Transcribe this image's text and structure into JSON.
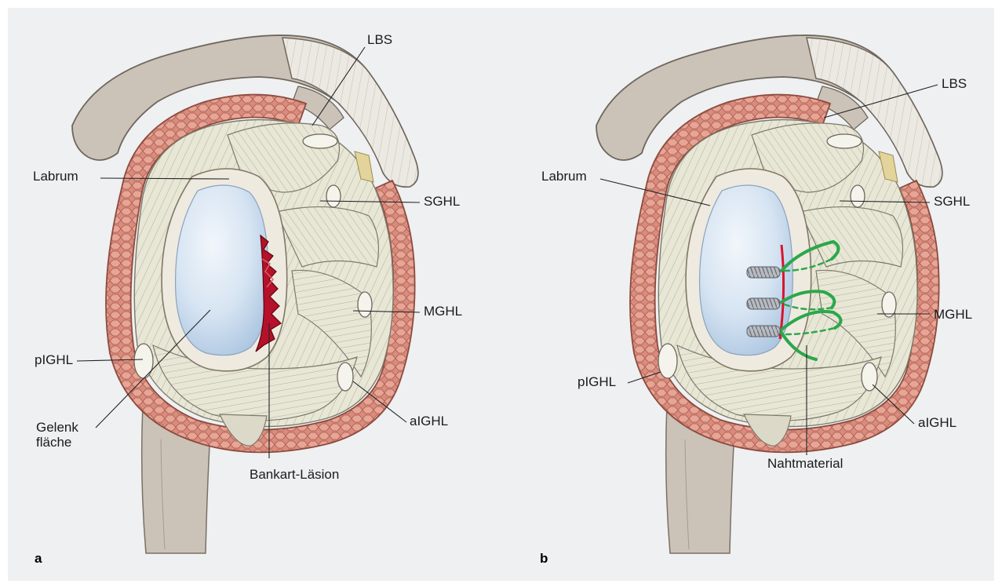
{
  "panels": [
    {
      "tag": "a",
      "labels": {
        "lbs": "LBS",
        "labrum": "Labrum",
        "sghl": "SGHL",
        "mghl": "MGHL",
        "pighl": "pIGHL",
        "aighl": "aIGHL",
        "gelenkflaeche": "Gelenk\nfläche",
        "lesion": "Bankart-Läsion"
      }
    },
    {
      "tag": "b",
      "labels": {
        "lbs": "LBS",
        "labrum": "Labrum",
        "sghl": "SGHL",
        "mghl": "MGHL",
        "pighl": "pIGHL",
        "aighl": "aIGHL",
        "suture": "Nahtmaterial"
      }
    }
  ],
  "colors": {
    "background": "#eef0f1",
    "bone": "#cfc6bd",
    "muscle": "#d8897a",
    "ligament": "#e6e3d2",
    "cartilage": "#cfe0ef",
    "lesion": "#b5112a",
    "suture": "#2aa84a"
  }
}
